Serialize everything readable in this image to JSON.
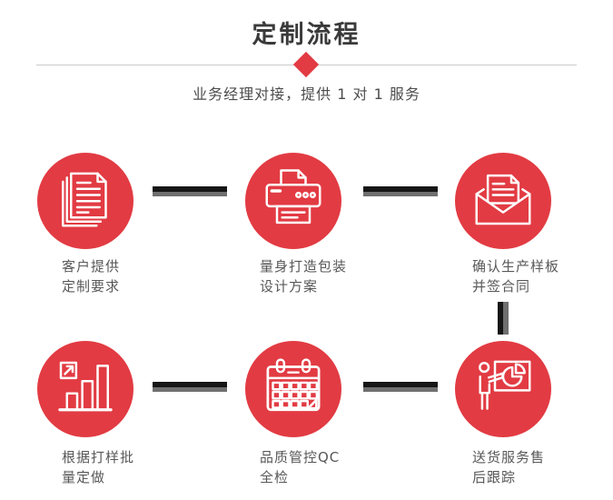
{
  "header": {
    "title": "定制流程",
    "subtitle": "业务经理对接，提供 1 对 1 服务"
  },
  "colors": {
    "accent_red": "#e23b43",
    "connector_black": "#161616",
    "connector_gray": "#6f6f6f",
    "divider_gray": "#cbcbcb",
    "title_text": "#3a3a3a",
    "label_text": "#585858"
  },
  "steps": [
    {
      "icon": "documents-icon",
      "label_line1": "客户提供",
      "label_line2": "定制要求"
    },
    {
      "icon": "printer-icon",
      "label_line1": "量身打造包装",
      "label_line2": "设计方案"
    },
    {
      "icon": "envelope-icon",
      "label_line1": "确认生产样板",
      "label_line2": "并签合同"
    },
    {
      "icon": "bar-chart-icon",
      "label_line1": "根据打样批",
      "label_line2": "量定做"
    },
    {
      "icon": "calendar-icon",
      "label_line1": "品质管控QC",
      "label_line2": "全检"
    },
    {
      "icon": "presentation-icon",
      "label_line1": "送货服务售",
      "label_line2": "后跟踪"
    }
  ]
}
